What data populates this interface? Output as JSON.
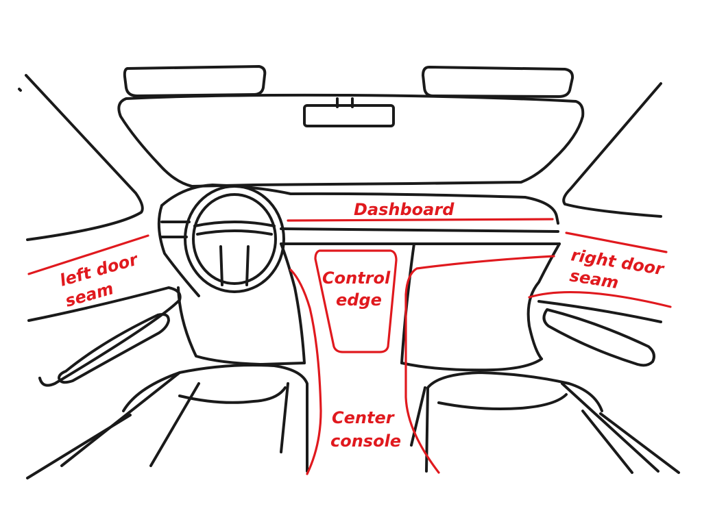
{
  "highlight_color": "#e0191e",
  "labels": {
    "dashboard": "Dashboard",
    "left_door_seam_line1": "left door",
    "left_door_seam_line2": "seam",
    "right_door_seam_line1": "right door",
    "right_door_seam_line2": "seam",
    "control_edge_line1": "Control",
    "control_edge_line2": "edge",
    "center_console_line1": "Center",
    "center_console_line2": "console"
  }
}
